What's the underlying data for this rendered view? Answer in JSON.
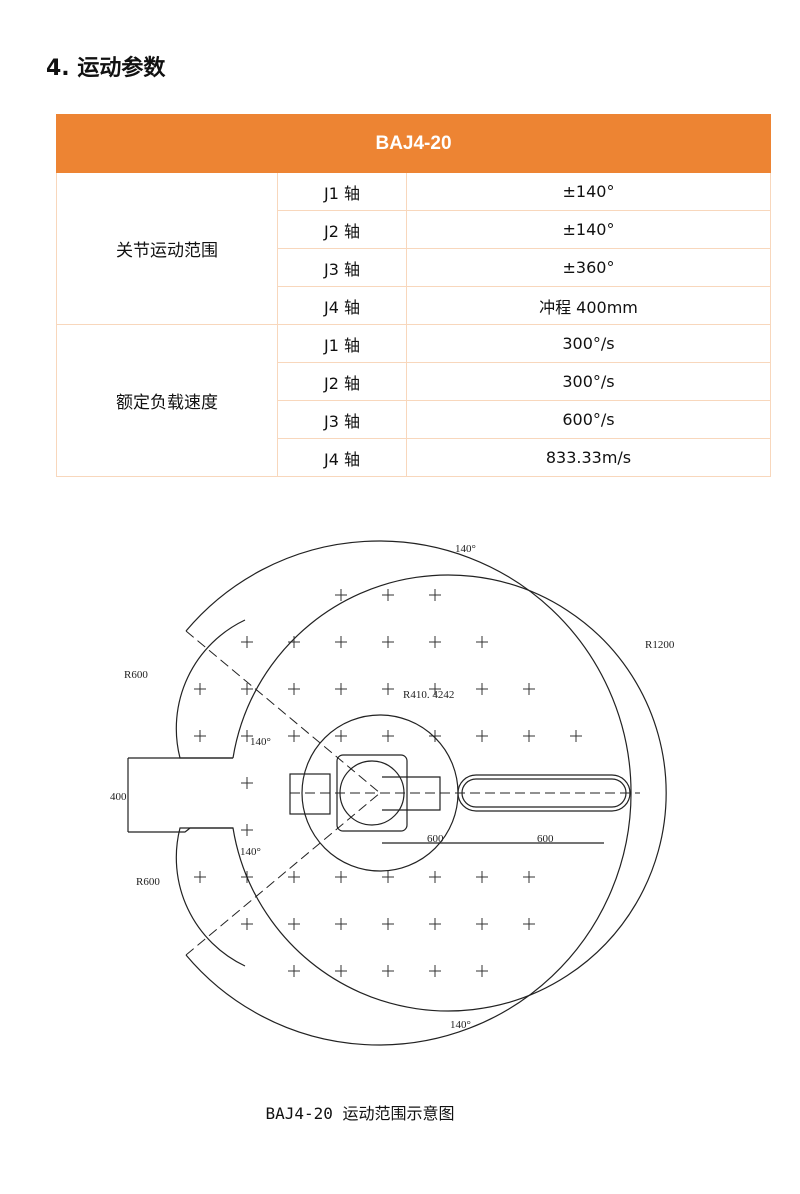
{
  "section_title": "4.  运动参数",
  "table": {
    "header": "BAJ4-20",
    "groups": [
      {
        "label": "关节运动范围",
        "rows": [
          {
            "axis": "J1 轴",
            "value": "±140°"
          },
          {
            "axis": "J2 轴",
            "value": "±140°"
          },
          {
            "axis": "J3 轴",
            "value": "±360°"
          },
          {
            "axis": "J4 轴",
            "value": "冲程 400mm"
          }
        ]
      },
      {
        "label": "额定负载速度",
        "rows": [
          {
            "axis": "J1 轴",
            "value": "300°/s"
          },
          {
            "axis": "J2 轴",
            "value": "300°/s"
          },
          {
            "axis": "J3 轴",
            "value": "600°/s"
          },
          {
            "axis": "J4 轴",
            "value": "833.33m/s"
          }
        ]
      }
    ]
  },
  "drawing": {
    "labels": {
      "angle_top": "140°",
      "angle_bottom": "140°",
      "angle_inner_top": "140°",
      "angle_inner_bottom": "140°",
      "r1200": "R1200",
      "r600_top": "R600",
      "r600_bottom": "R600",
      "r410": "R410. 4242",
      "stroke": "400",
      "len1": "600",
      "len2": "600"
    }
  },
  "caption": "BAJ4-20 运动范围示意图"
}
